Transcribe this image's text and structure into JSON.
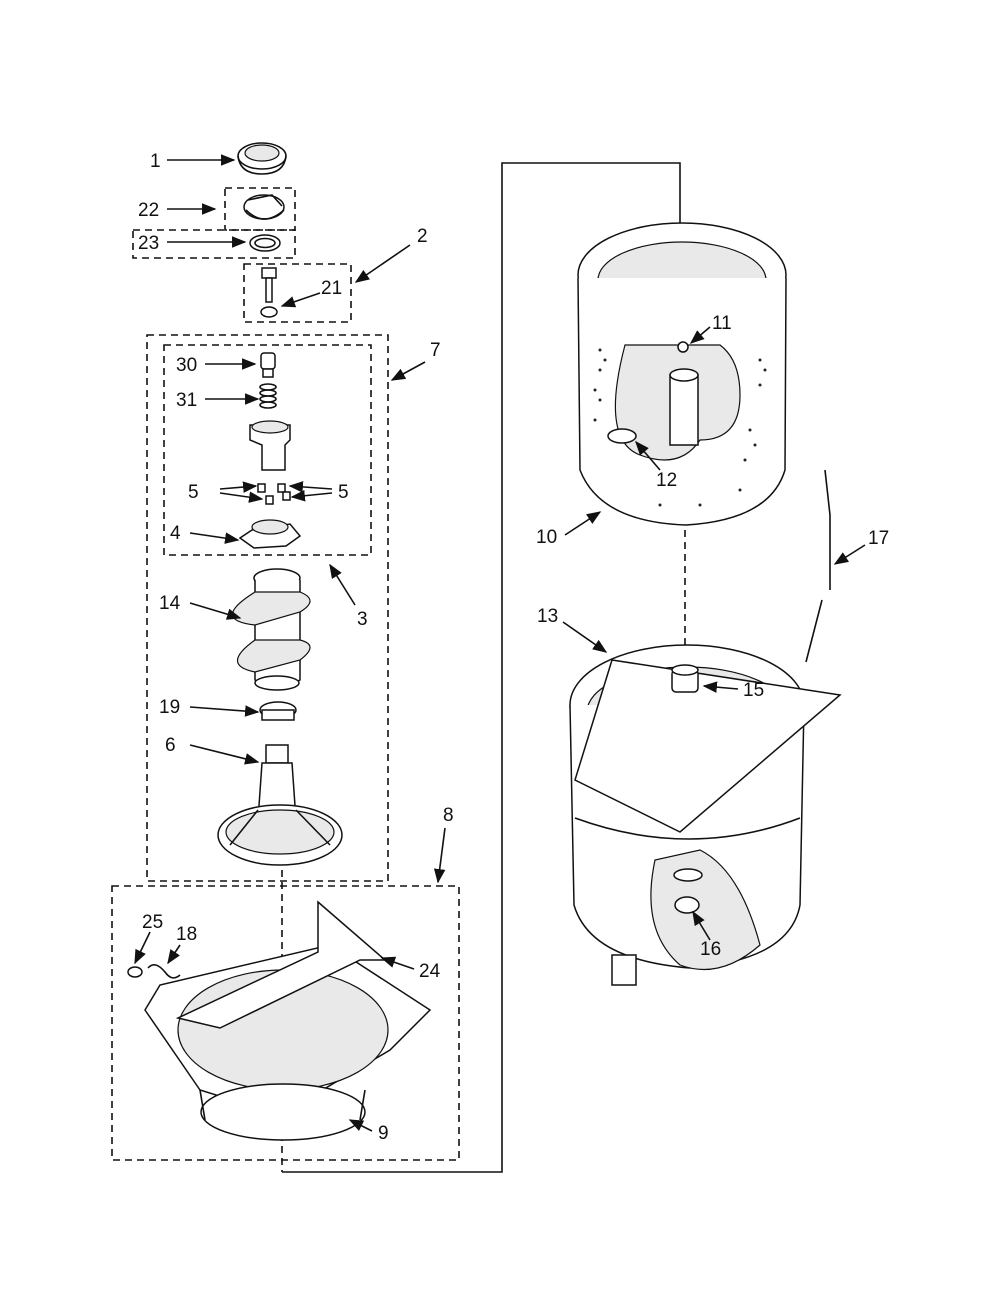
{
  "callouts": {
    "c1": "1",
    "c2": "2",
    "c3": "3",
    "c4": "4",
    "c5a": "5",
    "c5b": "5",
    "c6": "6",
    "c7": "7",
    "c8": "8",
    "c9": "9",
    "c10": "10",
    "c11": "11",
    "c12": "12",
    "c13": "13",
    "c14": "14",
    "c15": "15",
    "c16": "16",
    "c17": "17",
    "c18": "18",
    "c19": "19",
    "c21": "21",
    "c22": "22",
    "c23": "23",
    "c24": "24",
    "c25": "25",
    "c30": "30",
    "c31": "31"
  }
}
